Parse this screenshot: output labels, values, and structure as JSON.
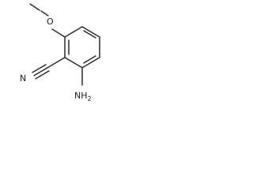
{
  "structure": {
    "atoms": {
      "oxygen": "O",
      "nitrogen_nitrile": "N",
      "amine": {
        "main": "NH",
        "subscript": "2"
      }
    }
  },
  "colors": {
    "bond": "#2b2b2b",
    "label": "#1a1a1a",
    "background": "#ffffff"
  }
}
